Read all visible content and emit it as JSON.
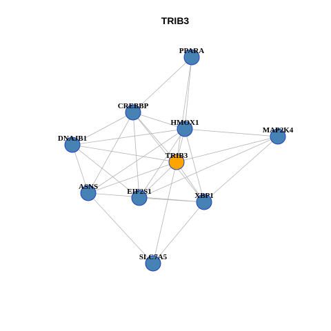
{
  "title": "TRIB3",
  "colors": {
    "node_default": "#4682b4",
    "node_highlight": "#ffa500",
    "node_border": "#1f3fbf",
    "edge": "#b3b3b3"
  },
  "nodes": [
    {
      "id": "PPARA",
      "label": "PPARA",
      "highlight": false
    },
    {
      "id": "CREBBP",
      "label": "CREBBP",
      "highlight": false
    },
    {
      "id": "HMOX1",
      "label": "HMOX1",
      "highlight": false
    },
    {
      "id": "MAP2K4",
      "label": "MAP2K4",
      "highlight": false
    },
    {
      "id": "DNAJB1",
      "label": "DNAJB1",
      "highlight": false
    },
    {
      "id": "TRIB3",
      "label": "TRIB3",
      "highlight": true
    },
    {
      "id": "ASNS",
      "label": "ASNS",
      "highlight": false
    },
    {
      "id": "EIF2S1",
      "label": "EIF2S1",
      "highlight": false
    },
    {
      "id": "XBP1",
      "label": "XBP1",
      "highlight": false
    },
    {
      "id": "SLC7A5",
      "label": "SLC7A5",
      "highlight": false
    }
  ],
  "edges": [
    [
      "PPARA",
      "CREBBP"
    ],
    [
      "PPARA",
      "HMOX1"
    ],
    [
      "PPARA",
      "TRIB3"
    ],
    [
      "CREBBP",
      "DNAJB1"
    ],
    [
      "CREBBP",
      "HMOX1"
    ],
    [
      "CREBBP",
      "TRIB3"
    ],
    [
      "CREBBP",
      "ASNS"
    ],
    [
      "CREBBP",
      "EIF2S1"
    ],
    [
      "CREBBP",
      "XBP1"
    ],
    [
      "HMOX1",
      "DNAJB1"
    ],
    [
      "HMOX1",
      "MAP2K4"
    ],
    [
      "HMOX1",
      "TRIB3"
    ],
    [
      "HMOX1",
      "ASNS"
    ],
    [
      "HMOX1",
      "EIF2S1"
    ],
    [
      "HMOX1",
      "XBP1"
    ],
    [
      "DNAJB1",
      "TRIB3"
    ],
    [
      "DNAJB1",
      "EIF2S1"
    ],
    [
      "DNAJB1",
      "ASNS"
    ],
    [
      "TRIB3",
      "MAP2K4"
    ],
    [
      "TRIB3",
      "ASNS"
    ],
    [
      "TRIB3",
      "EIF2S1"
    ],
    [
      "TRIB3",
      "XBP1"
    ],
    [
      "TRIB3",
      "SLC7A5"
    ],
    [
      "MAP2K4",
      "EIF2S1"
    ],
    [
      "MAP2K4",
      "XBP1"
    ],
    [
      "ASNS",
      "XBP1"
    ],
    [
      "ASNS",
      "SLC7A5"
    ],
    [
      "EIF2S1",
      "XBP1"
    ],
    [
      "XBP1",
      "SLC7A5"
    ]
  ]
}
